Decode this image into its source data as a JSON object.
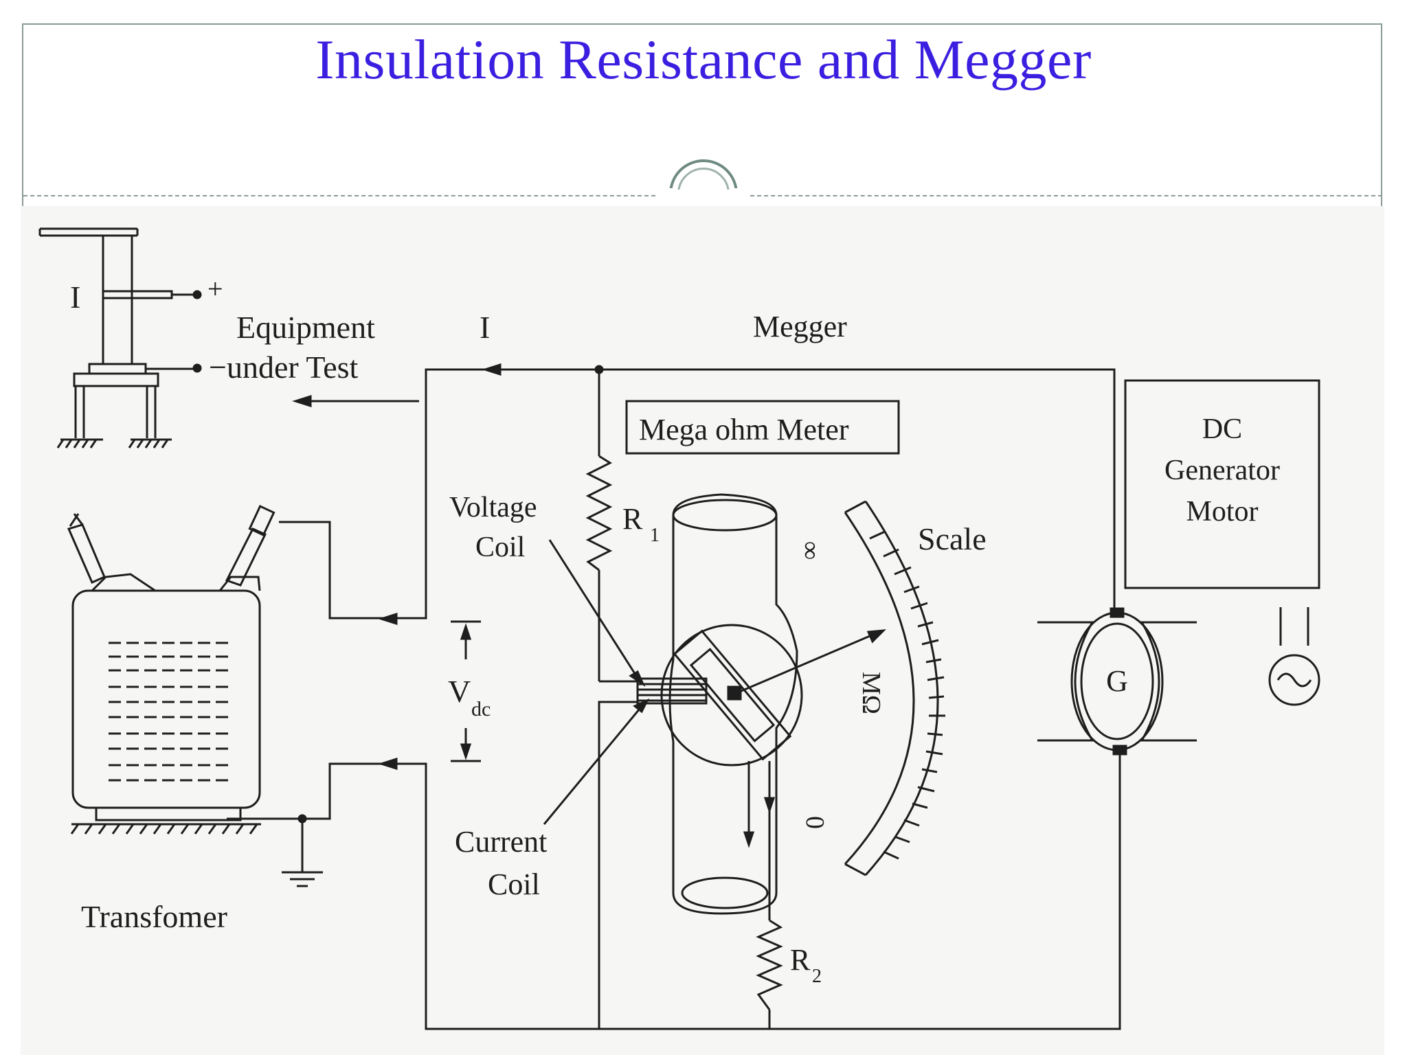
{
  "slide": {
    "title": "Insulation Resistance and Megger"
  },
  "diagram": {
    "labels": {
      "equipment_current": "I",
      "equipment_plus": "+",
      "equipment_line1": "Equipment",
      "equipment_line2": "−under Test",
      "line_current": "I",
      "megger": "Megger",
      "meter_box": "Mega ohm Meter",
      "voltage_coil_line1": "Voltage",
      "voltage_coil_line2": "Coil",
      "r1_main": "R",
      "r1_sub": "1",
      "scale": "Scale",
      "infinity": "∞",
      "mega_ohm_unit": "MΩ",
      "zero": "0",
      "vdc_main": "V",
      "vdc_sub": "dc",
      "current_coil_line1": "Current",
      "current_coil_line2": "Coil",
      "r2_main": "R",
      "r2_sub": "2",
      "transformer": "Transfomer",
      "generator": "G",
      "dc_box_line1": "DC",
      "dc_box_line2": "Generator",
      "dc_box_line3": "Motor"
    }
  }
}
